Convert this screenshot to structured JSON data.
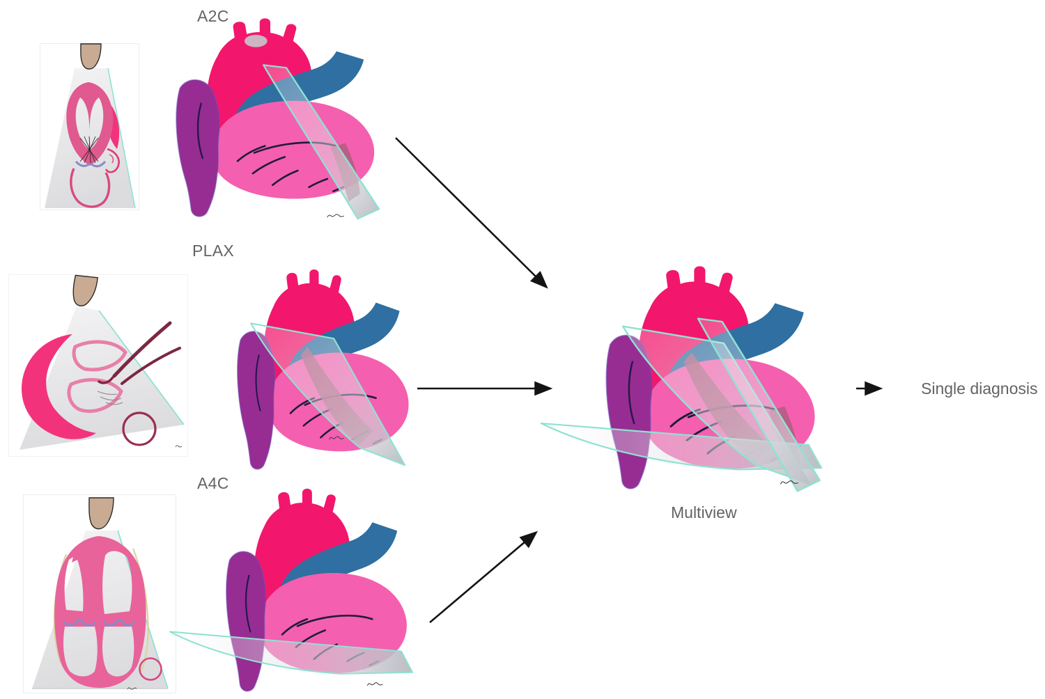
{
  "figure": {
    "views": [
      {
        "id": "a2c",
        "label": "A2C"
      },
      {
        "id": "plax",
        "label": "PLAX"
      },
      {
        "id": "a4c",
        "label": "A4C"
      }
    ],
    "fusion": {
      "label": "Multiview"
    },
    "result": {
      "label": "Single diagnosis"
    }
  },
  "colors": {
    "aorta_crimson": "#F2176C",
    "pulmonary_blue": "#2F6FA1",
    "atrium_purple": "#972D92",
    "atrium_edge": "#6A4FB5",
    "ventricle_pink": "#F55FAF",
    "heart_line": "#1C1C3A",
    "cut_mauve": "#AD5C7C",
    "plane_teal": "#8FE2D2",
    "plane_gray": "#B7BAC0",
    "probe_tan": "#C8AB92",
    "probe_outline": "#2B2B2B",
    "beam_light": "#F4F4F5",
    "beam_dark": "#DCDCDF",
    "schematic_pink": "#E0598F",
    "schematic_magenta": "#F2337C",
    "schematic_crimson": "#D84A7E",
    "maroon": "#7B2840",
    "periwinkle": "#8A8AC8",
    "pericardium_olive": "#D6D69B",
    "label_gray": "#636363",
    "arrow_black": "#141414"
  }
}
